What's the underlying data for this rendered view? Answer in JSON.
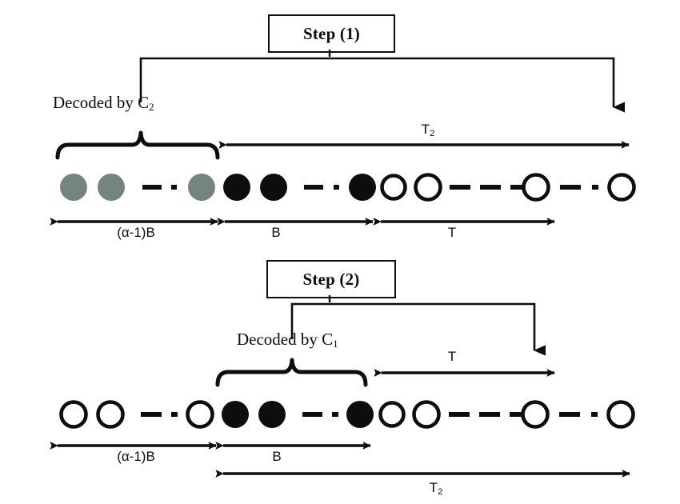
{
  "figure": {
    "title": "Two-step decoding timeline diagram",
    "colors": {
      "ink": "#0d0d0d",
      "gray_node": "#74857f",
      "background": "#ffffff"
    }
  },
  "steps": [
    {
      "id": "step-1",
      "box_label": "Step (1)",
      "brace_label_text": "Decoded by C",
      "brace_label_sub": "2",
      "top_span_label_text": "T",
      "top_span_label_sub": "2",
      "segments": [
        {
          "name": "alpha-minus-one-B",
          "label": "(α-1)B"
        },
        {
          "name": "B",
          "label": "B"
        },
        {
          "name": "T",
          "label": "T"
        }
      ],
      "node_groups": [
        {
          "name": "gray-group",
          "style": "gray",
          "count": 3
        },
        {
          "name": "black-group",
          "style": "black",
          "count": 3
        },
        {
          "name": "white-group",
          "style": "white",
          "count": 4
        }
      ]
    },
    {
      "id": "step-2",
      "box_label": "Step (2)",
      "brace_label_text": "Decoded by C",
      "brace_label_sub": "1",
      "top_span_label_text": "T",
      "top_span_label_sub": "",
      "bottom_span_label_text": "T",
      "bottom_span_label_sub": "2",
      "segments": [
        {
          "name": "alpha-minus-one-B",
          "label": "(α-1)B"
        },
        {
          "name": "B",
          "label": "B"
        }
      ],
      "node_groups": [
        {
          "name": "white-group-left",
          "style": "white",
          "count": 3
        },
        {
          "name": "black-group",
          "style": "black",
          "count": 3
        },
        {
          "name": "white-group-right",
          "style": "white",
          "count": 4
        }
      ]
    }
  ]
}
